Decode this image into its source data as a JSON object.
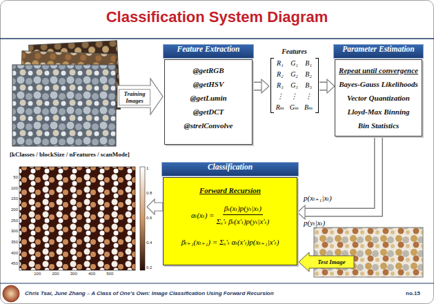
{
  "diagram": {
    "title": "Classification System Diagram",
    "nodes": [
      {
        "text": [
          "Feature Extraction",
          "@getRGB",
          "@getHSV",
          "@getLumin",
          "@getDCT",
          "@strelConvolve"
        ]
      },
      {
        "text": [
          "Features",
          "R₁",
          "G₁",
          "B₁",
          "R₂",
          "G₂",
          "B₂",
          "R₃",
          "G₃",
          "B₃",
          "⋮",
          "⋮",
          "⋮",
          "Rₘ",
          "Gₘ",
          "Bₘ"
        ]
      },
      {
        "text": [
          "Parameter Estimation",
          "Repeat until convergence",
          "Bayes-Gauss Likelihoods",
          "Vector Quantization",
          "Lloyd-Max Binning",
          "Bin Statistics"
        ]
      },
      {
        "text": [
          "Classification",
          "Forward Recursion",
          "αₜ(xₜ) =",
          "βₜ(xₜ)p(yₜ|xₜ)",
          "Σₓ′ₜ βₜ(x′ₜ)p(yₜ|x′ₜ)",
          "βₜ₊₁(xₜ₊₁) = Σₓ′ₜ αₜ(x′ₜ)p(xₜ₊₁|x′ₜ)"
        ]
      }
    ],
    "edges": [
      {
        "from": 0,
        "to": 1,
        "arrow": "to"
      },
      {
        "from": 1,
        "to": 2,
        "arrow": "to"
      },
      {
        "from": 2,
        "to": 3,
        "arrow": "to"
      }
    ],
    "labels": [
      "Training Images",
      "[kClasses / blockSize / nFeatures / scanMode]",
      "p(xₜ₊₁|xₜ)",
      "p(yₜ|xₜ)",
      "Test Image",
      "Chris Tsai, June Zhang – A Class of One's Own: Image Classification Using Forward Recursion",
      "no.15",
      "50",
      "100",
      "150",
      "200",
      "250",
      "300",
      "350",
      "400",
      "450",
      "100",
      "200",
      "300",
      "400",
      "500",
      "1",
      "0.8",
      "0.6",
      "0.4",
      "0.2"
    ]
  }
}
